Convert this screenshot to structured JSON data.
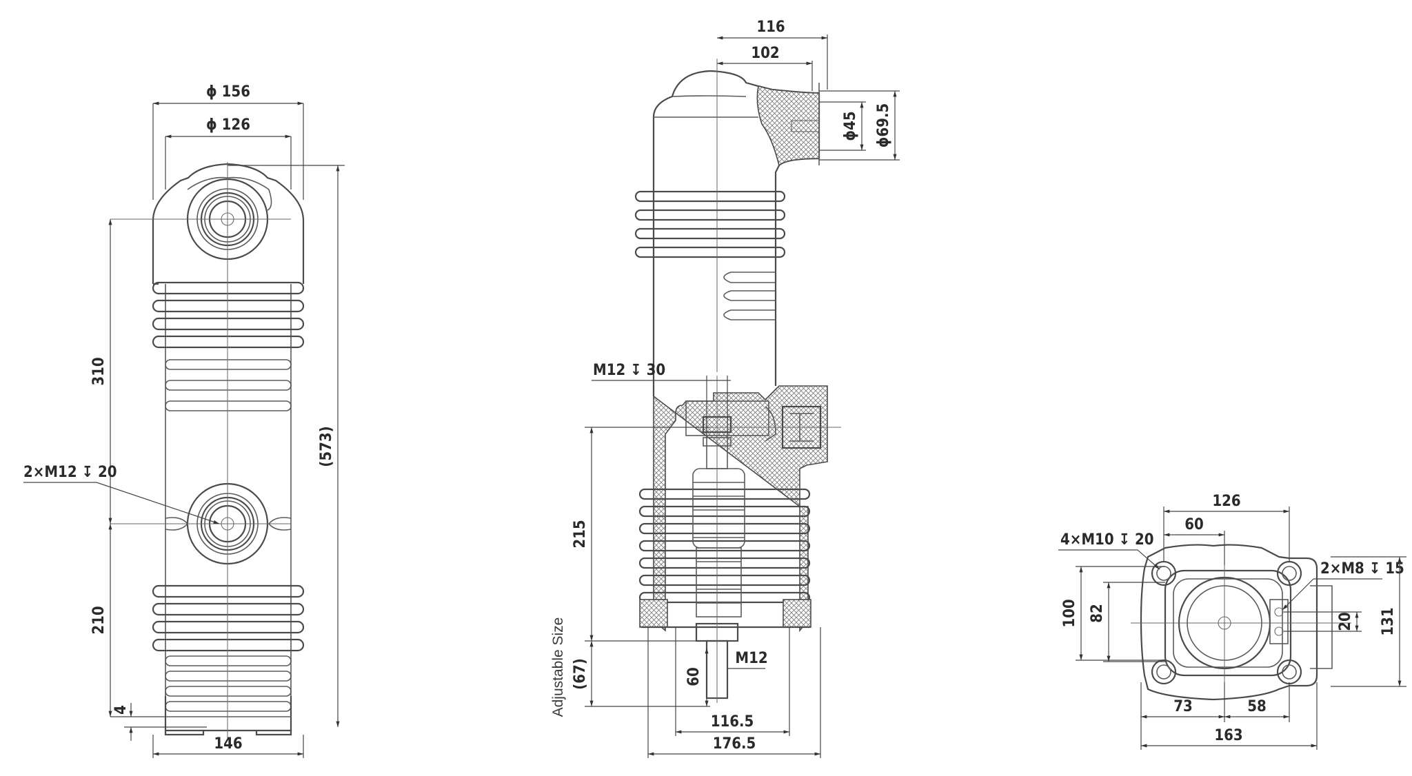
{
  "left_view": {
    "dims": {
      "phi156": "ϕ 156",
      "phi126": "ϕ 126",
      "d310": "310",
      "d573": "(573)",
      "d210": "210",
      "d4": "4",
      "d146": "146",
      "bolt": "2×M12 ↧ 20"
    }
  },
  "middle_view": {
    "dims": {
      "d116": "116",
      "d102": "102",
      "phi45": "ϕ45",
      "phi69": "ϕ69.5",
      "m12_30": "M12 ↧ 30",
      "d215": "215",
      "d67": "(67)",
      "d60": "60",
      "m12": "M12",
      "d116_5": "116.5",
      "d176_5": "176.5",
      "adjustable": "Adjustable Size"
    }
  },
  "right_view": {
    "dims": {
      "d126": "126",
      "d60": "60",
      "m10": "4×M10 ↧ 20",
      "m8": "2×M8 ↧ 15",
      "d100": "100",
      "d82": "82",
      "d20": "20",
      "d131": "131",
      "d73": "73",
      "d58": "58",
      "d163": "163"
    }
  }
}
